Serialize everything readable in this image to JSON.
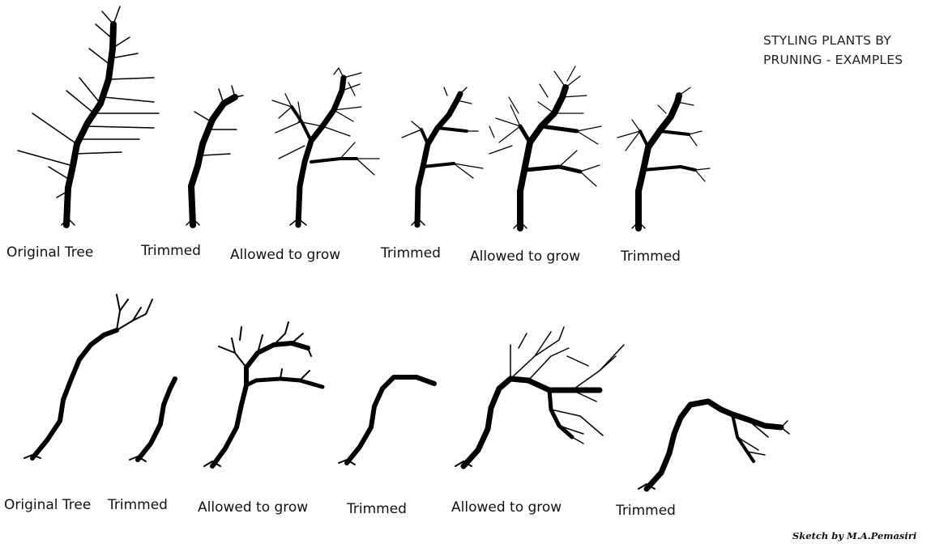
{
  "title": {
    "line1": "STYLING PLANTS BY",
    "line2": "PRUNING - EXAMPLES"
  },
  "top_row": [
    {
      "label": "Original Tree"
    },
    {
      "label": "Trimmed"
    },
    {
      "label": "Allowed to grow"
    },
    {
      "label": "Trimmed"
    },
    {
      "label": "Allowed to grow"
    },
    {
      "label": "Trimmed"
    }
  ],
  "bottom_row": [
    {
      "label": "Original Tree"
    },
    {
      "label": "Trimmed"
    },
    {
      "label": "Allowed to grow"
    },
    {
      "label": "Trimmed"
    },
    {
      "label": "Allowed to grow"
    },
    {
      "label": "Trimmed"
    }
  ],
  "credit": "Sketch by M.A.Pemasiri"
}
